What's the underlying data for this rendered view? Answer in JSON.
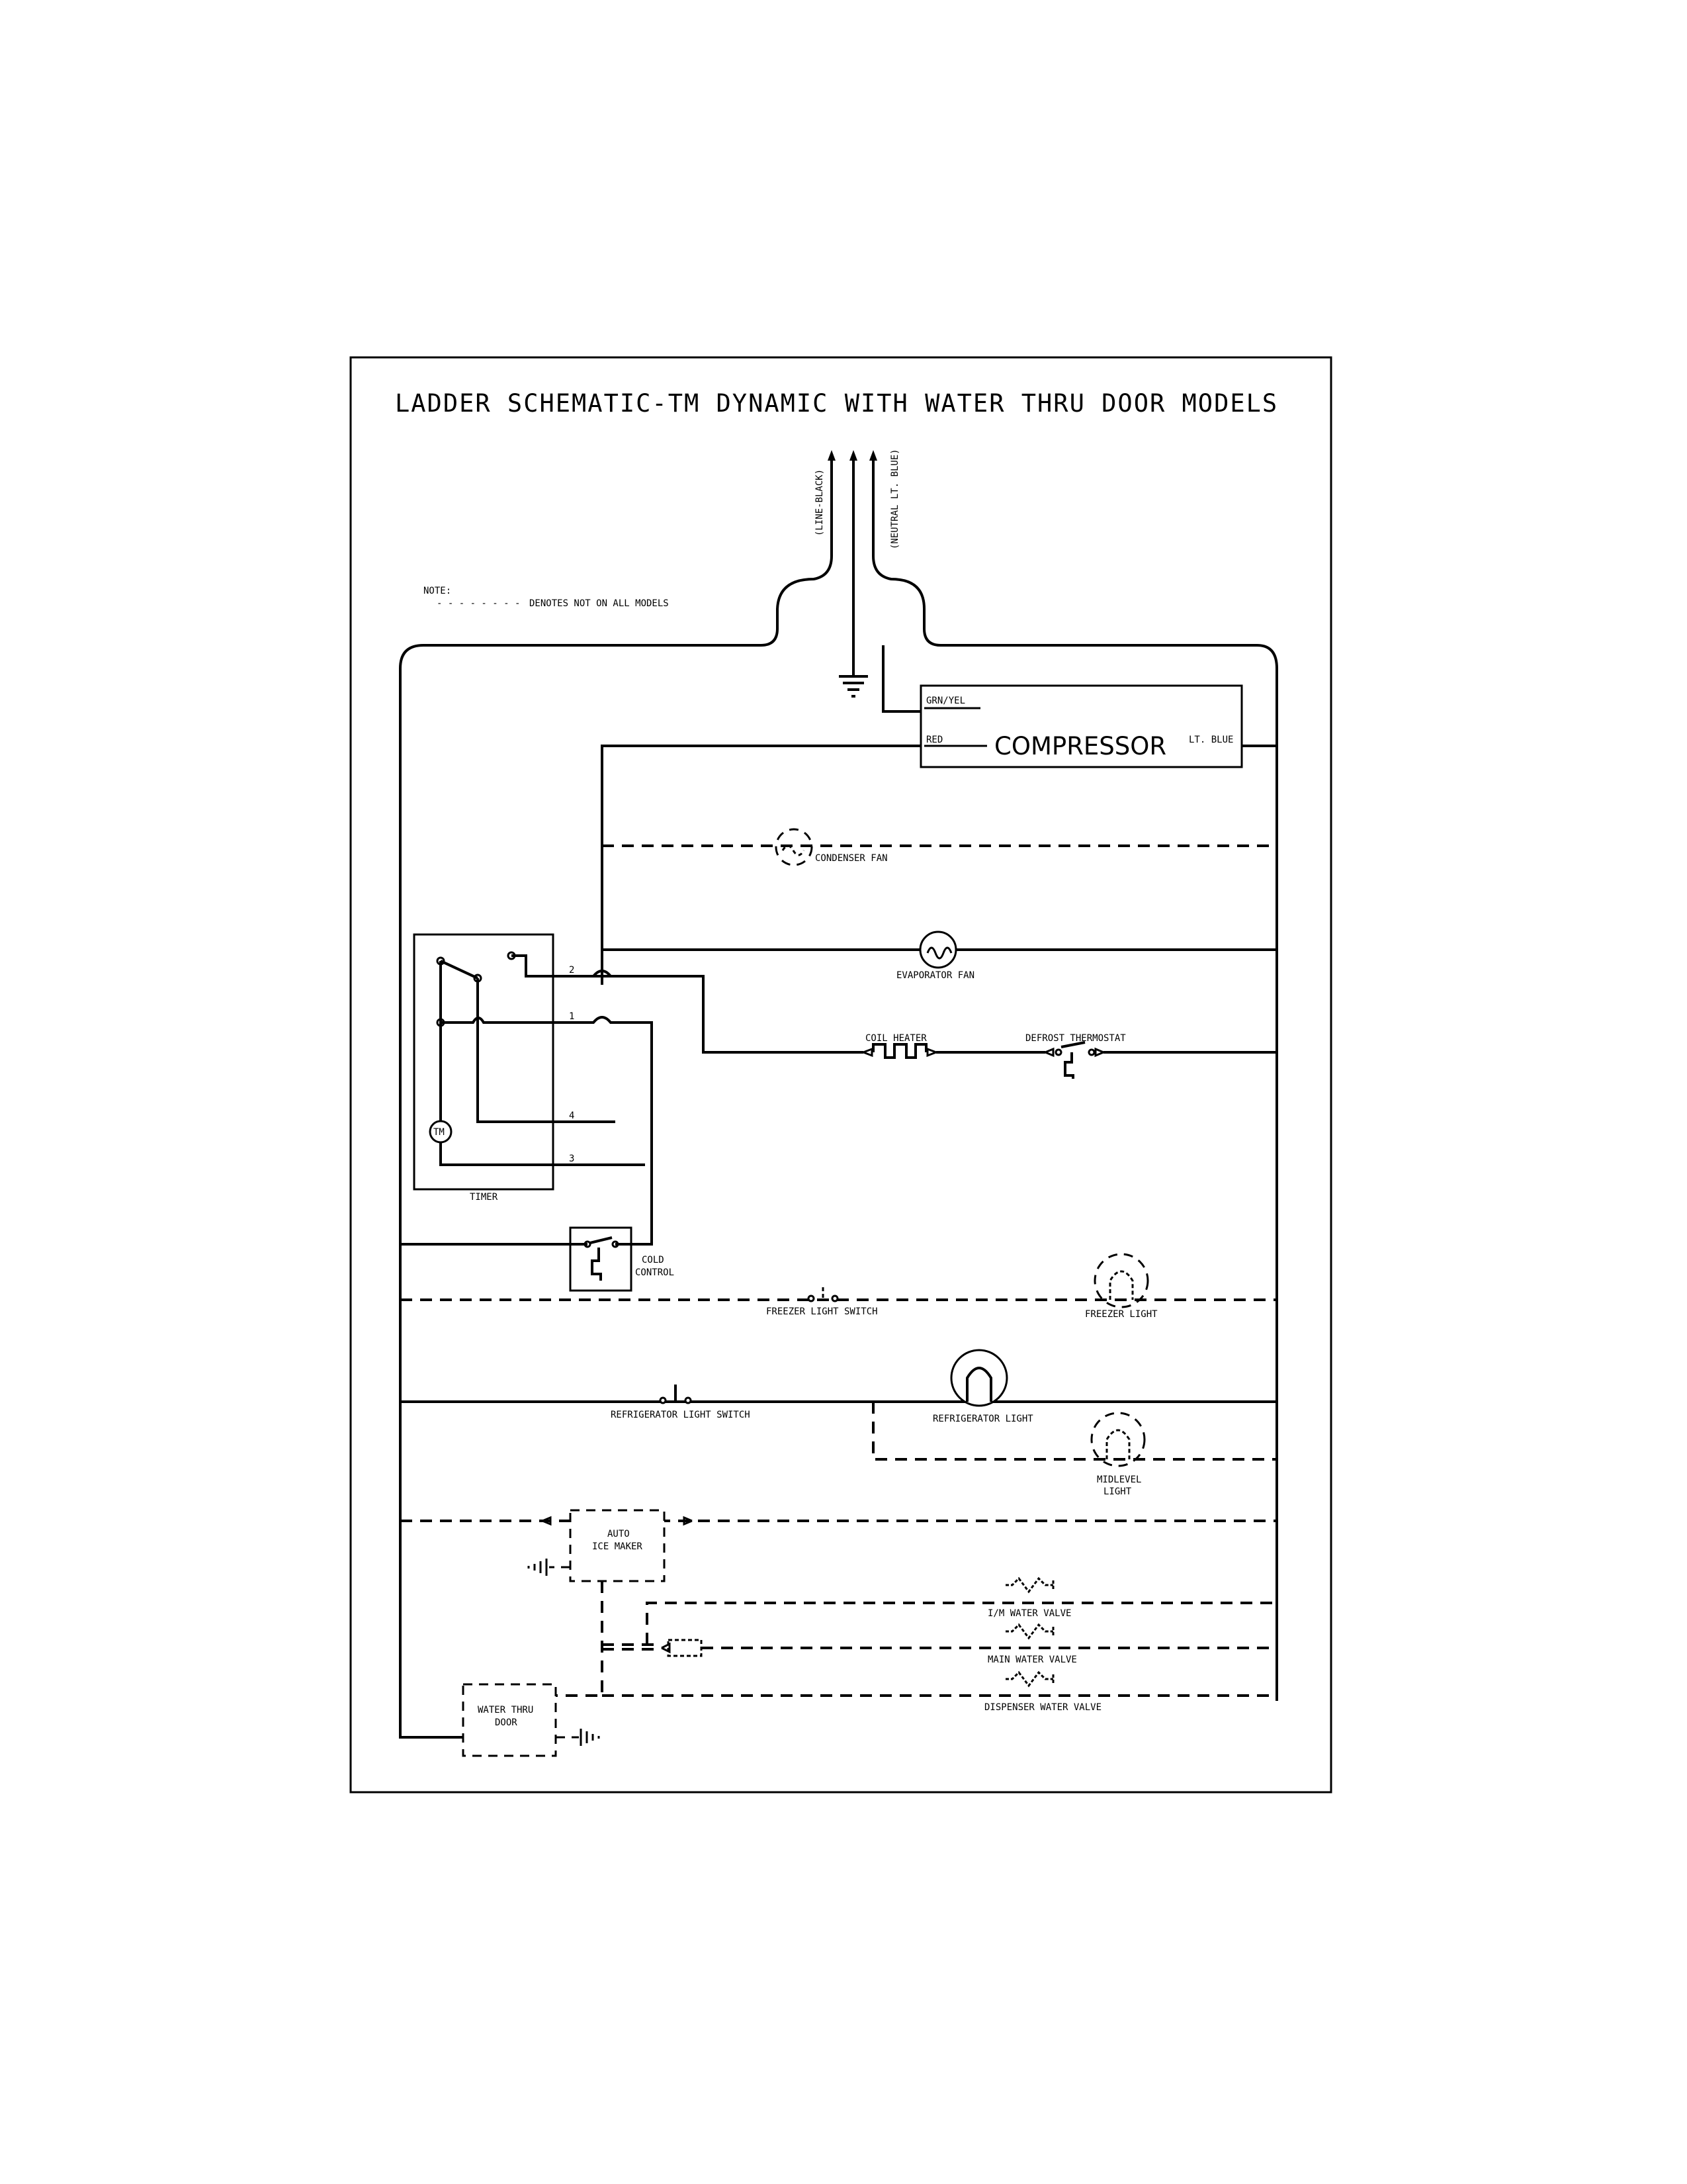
{
  "title": "LADDER SCHEMATIC-TM DYNAMIC WITH WATER THRU DOOR MODELS",
  "supply": {
    "line": "(LINE-BLACK)",
    "neutral": "(NEUTRAL LT. BLUE)"
  },
  "note": {
    "heading": "NOTE:",
    "dashes": "- - - - - - - -",
    "text": "DENOTES NOT ON ALL MODELS"
  },
  "compressor": {
    "label": "COMPRESSOR",
    "ground_wire": "GRN/YEL",
    "left_wire": "RED",
    "right_wire": "LT. BLUE"
  },
  "components": {
    "condenser_fan": "CONDENSER FAN",
    "evaporator_fan": "EVAPORATOR FAN",
    "coil_heater": "COIL HEATER",
    "defrost_thermostat": "DEFROST THERMOSTAT",
    "timer": "TIMER",
    "timer_motor": "TM",
    "cold_control_1": "COLD",
    "cold_control_2": "CONTROL",
    "freezer_light_switch": "FREEZER LIGHT SWITCH",
    "freezer_light": "FREEZER LIGHT",
    "refrigerator_light_switch": "REFRIGERATOR LIGHT SWITCH",
    "refrigerator_light": "REFRIGERATOR LIGHT",
    "midlevel_light_1": "MIDLEVEL",
    "midlevel_light_2": "LIGHT",
    "auto_ice_maker_1": "AUTO",
    "auto_ice_maker_2": "ICE MAKER",
    "im_water_valve": "I/M WATER VALVE",
    "main_water_valve": "MAIN WATER VALVE",
    "dispenser_water_valve": "DISPENSER WATER VALVE",
    "water_thru_door_1": "WATER THRU",
    "water_thru_door_2": "DOOR"
  },
  "timer_terminals": [
    "2",
    "1",
    "4",
    "3"
  ]
}
